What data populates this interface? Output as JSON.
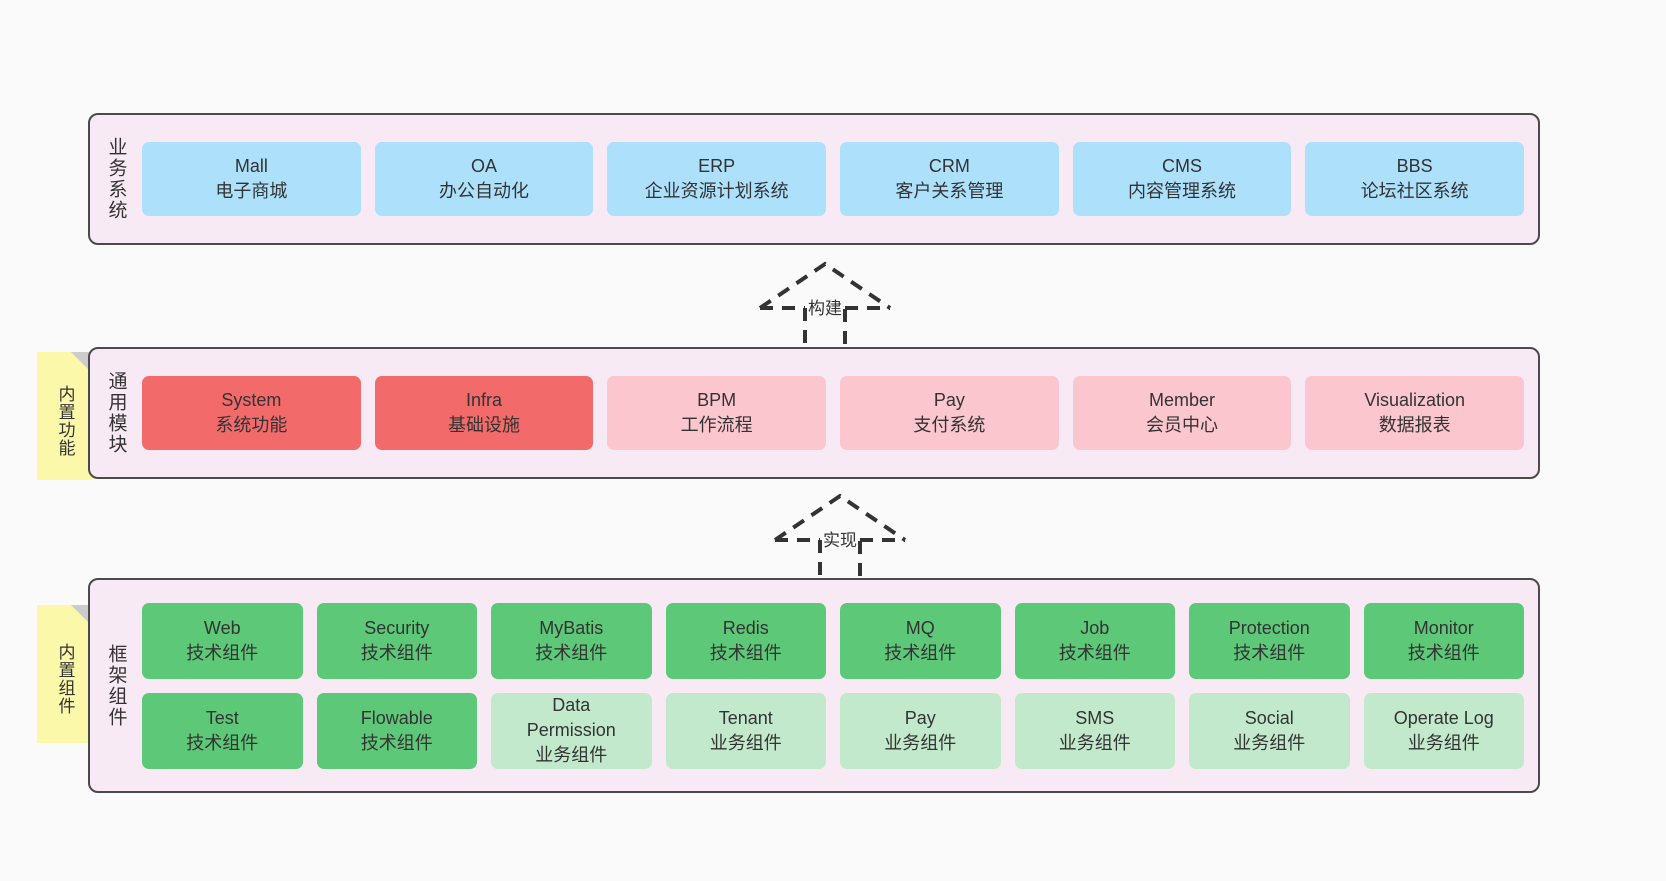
{
  "diagram": {
    "background": "#fafafa",
    "layer_fill": "#f8eaf4",
    "layer_border": "#4a4a4a",
    "note_fill": "#fbf8aa"
  },
  "notes": [
    {
      "label": "内置功能"
    },
    {
      "label": "内置组件"
    }
  ],
  "layers": [
    {
      "title": "业务系统",
      "rows": [
        {
          "cards": [
            {
              "name": "Mall",
              "desc": "电子商城",
              "color": "#ace0fb",
              "style": "c-blue"
            },
            {
              "name": "OA",
              "desc": "办公自动化",
              "color": "#ace0fb",
              "style": "c-blue"
            },
            {
              "name": "ERP",
              "desc": "企业资源计划系统",
              "color": "#ace0fb",
              "style": "c-blue"
            },
            {
              "name": "CRM",
              "desc": "客户关系管理",
              "color": "#ace0fb",
              "style": "c-blue"
            },
            {
              "name": "CMS",
              "desc": "内容管理系统",
              "color": "#ace0fb",
              "style": "c-blue"
            },
            {
              "name": "BBS",
              "desc": "论坛社区系统",
              "color": "#ace0fb",
              "style": "c-blue"
            }
          ]
        }
      ]
    },
    {
      "title": "通用模块",
      "rows": [
        {
          "cards": [
            {
              "name": "System",
              "desc": "系统功能",
              "color": "#f36a6a",
              "style": "c-red"
            },
            {
              "name": "Infra",
              "desc": "基础设施",
              "color": "#f36a6a",
              "style": "c-red"
            },
            {
              "name": "BPM",
              "desc": "工作流程",
              "color": "#fbc6cd",
              "style": "c-pink"
            },
            {
              "name": "Pay",
              "desc": "支付系统",
              "color": "#fbc6cd",
              "style": "c-pink"
            },
            {
              "name": "Member",
              "desc": "会员中心",
              "color": "#fbc6cd",
              "style": "c-pink"
            },
            {
              "name": "Visualization",
              "desc": "数据报表",
              "color": "#fbc6cd",
              "style": "c-pink"
            }
          ]
        }
      ]
    },
    {
      "title": "框架组件",
      "rows": [
        {
          "cards": [
            {
              "name": "Web",
              "desc": "技术组件",
              "color": "#5dc878",
              "style": "c-green"
            },
            {
              "name": "Security",
              "desc": "技术组件",
              "color": "#5dc878",
              "style": "c-green"
            },
            {
              "name": "MyBatis",
              "desc": "技术组件",
              "color": "#5dc878",
              "style": "c-green"
            },
            {
              "name": "Redis",
              "desc": "技术组件",
              "color": "#5dc878",
              "style": "c-green"
            },
            {
              "name": "MQ",
              "desc": "技术组件",
              "color": "#5dc878",
              "style": "c-green"
            },
            {
              "name": "Job",
              "desc": "技术组件",
              "color": "#5dc878",
              "style": "c-green"
            },
            {
              "name": "Protection",
              "desc": "技术组件",
              "color": "#5dc878",
              "style": "c-green"
            },
            {
              "name": "Monitor",
              "desc": "技术组件",
              "color": "#5dc878",
              "style": "c-green"
            }
          ]
        },
        {
          "cards": [
            {
              "name": "Test",
              "desc": "技术组件",
              "color": "#5dc878",
              "style": "c-green"
            },
            {
              "name": "Flowable",
              "desc": "技术组件",
              "color": "#5dc878",
              "style": "c-green"
            },
            {
              "name": "Data Permission",
              "desc": "业务组件",
              "color": "#c3e9cd",
              "style": "c-lgreen"
            },
            {
              "name": "Tenant",
              "desc": "业务组件",
              "color": "#c3e9cd",
              "style": "c-lgreen"
            },
            {
              "name": "Pay",
              "desc": "业务组件",
              "color": "#c3e9cd",
              "style": "c-lgreen"
            },
            {
              "name": "SMS",
              "desc": "业务组件",
              "color": "#c3e9cd",
              "style": "c-lgreen"
            },
            {
              "name": "Social",
              "desc": "业务组件",
              "color": "#c3e9cd",
              "style": "c-lgreen"
            },
            {
              "name": "Operate Log",
              "desc": "业务组件",
              "color": "#c3e9cd",
              "style": "c-lgreen"
            }
          ]
        }
      ]
    }
  ],
  "connectors": [
    {
      "label": "构建"
    },
    {
      "label": "实现"
    }
  ]
}
